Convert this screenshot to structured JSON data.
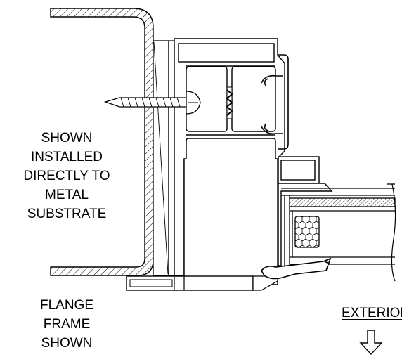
{
  "labels": {
    "note_lines": [
      "SHOWN",
      "INSTALLED",
      "DIRECTLY TO",
      "METAL",
      "SUBSTRATE"
    ],
    "flange_lines": [
      "FLANGE",
      "FRAME",
      "SHOWN"
    ],
    "exterior": "EXTERIOR"
  },
  "icons": {
    "exterior_direction": "arrow-down-icon"
  },
  "colors": {
    "line": "#000000",
    "background": "#ffffff"
  }
}
